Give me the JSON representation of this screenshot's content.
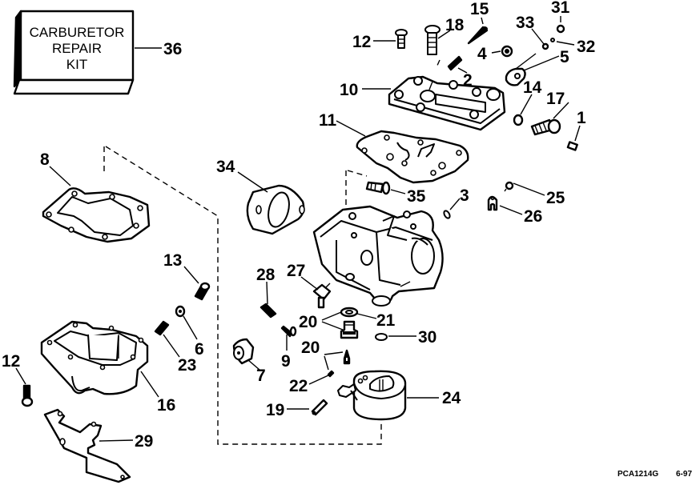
{
  "diagram": {
    "title": "Carburetor exploded parts diagram",
    "kit_box": {
      "lines": [
        "CARBURETOR",
        "REPAIR",
        "KIT"
      ],
      "callout": "36"
    },
    "callouts": {
      "c1": "1",
      "c2": "2",
      "c3": "3",
      "c4": "4",
      "c5": "5",
      "c6": "6",
      "c7": "7",
      "c8": "8",
      "c9": "9",
      "c10": "10",
      "c11": "11",
      "c12a": "12",
      "c12b": "12",
      "c13": "13",
      "c14": "14",
      "c15": "15",
      "c16": "16",
      "c17": "17",
      "c18": "18",
      "c19": "19",
      "c20a": "20",
      "c20b": "20",
      "c21": "21",
      "c22": "22",
      "c23": "23",
      "c24": "24",
      "c25": "25",
      "c26": "26",
      "c27": "27",
      "c28": "28",
      "c29": "29",
      "c30": "30",
      "c31": "31",
      "c32": "32",
      "c33": "33",
      "c34": "34",
      "c35": "35",
      "c36": "36"
    },
    "footer": {
      "drawing_id": "PCA1214G",
      "date": "6-97"
    }
  }
}
